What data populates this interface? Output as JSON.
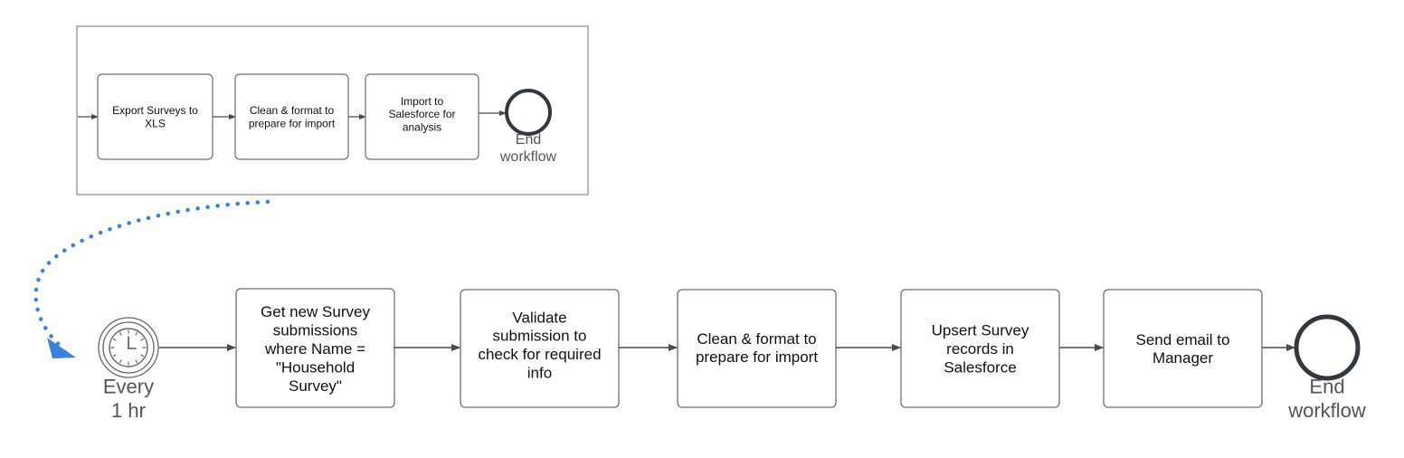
{
  "old_workflow": {
    "steps": [
      {
        "label": "Export Surveys to\nXLS"
      },
      {
        "label": "Clean & format to\nprepare for import"
      },
      {
        "label": "Import to\nSalesforce for\nanalysis"
      }
    ],
    "end_label": "End\nworkflow"
  },
  "new_workflow": {
    "start_label": "Every\n1 hr",
    "start_icon": "clock-icon",
    "steps": [
      {
        "label": "Get new Survey\nsubmissions\nwhere Name =\n\"Household\nSurvey\""
      },
      {
        "label": "Validate\nsubmission to\ncheck for required\ninfo"
      },
      {
        "label": "Clean & format to\nprepare for import"
      },
      {
        "label": "Upsert Survey\nrecords in\nSalesforce"
      },
      {
        "label": "Send email to\nManager"
      }
    ],
    "end_label": "End\nworkflow"
  },
  "colors": {
    "box_stroke": "#6f6f6f",
    "arrow": "#4a4a4a",
    "end_event_stroke": "#333740",
    "dotted_connector": "#3b82e0",
    "event_text": "#555555"
  }
}
